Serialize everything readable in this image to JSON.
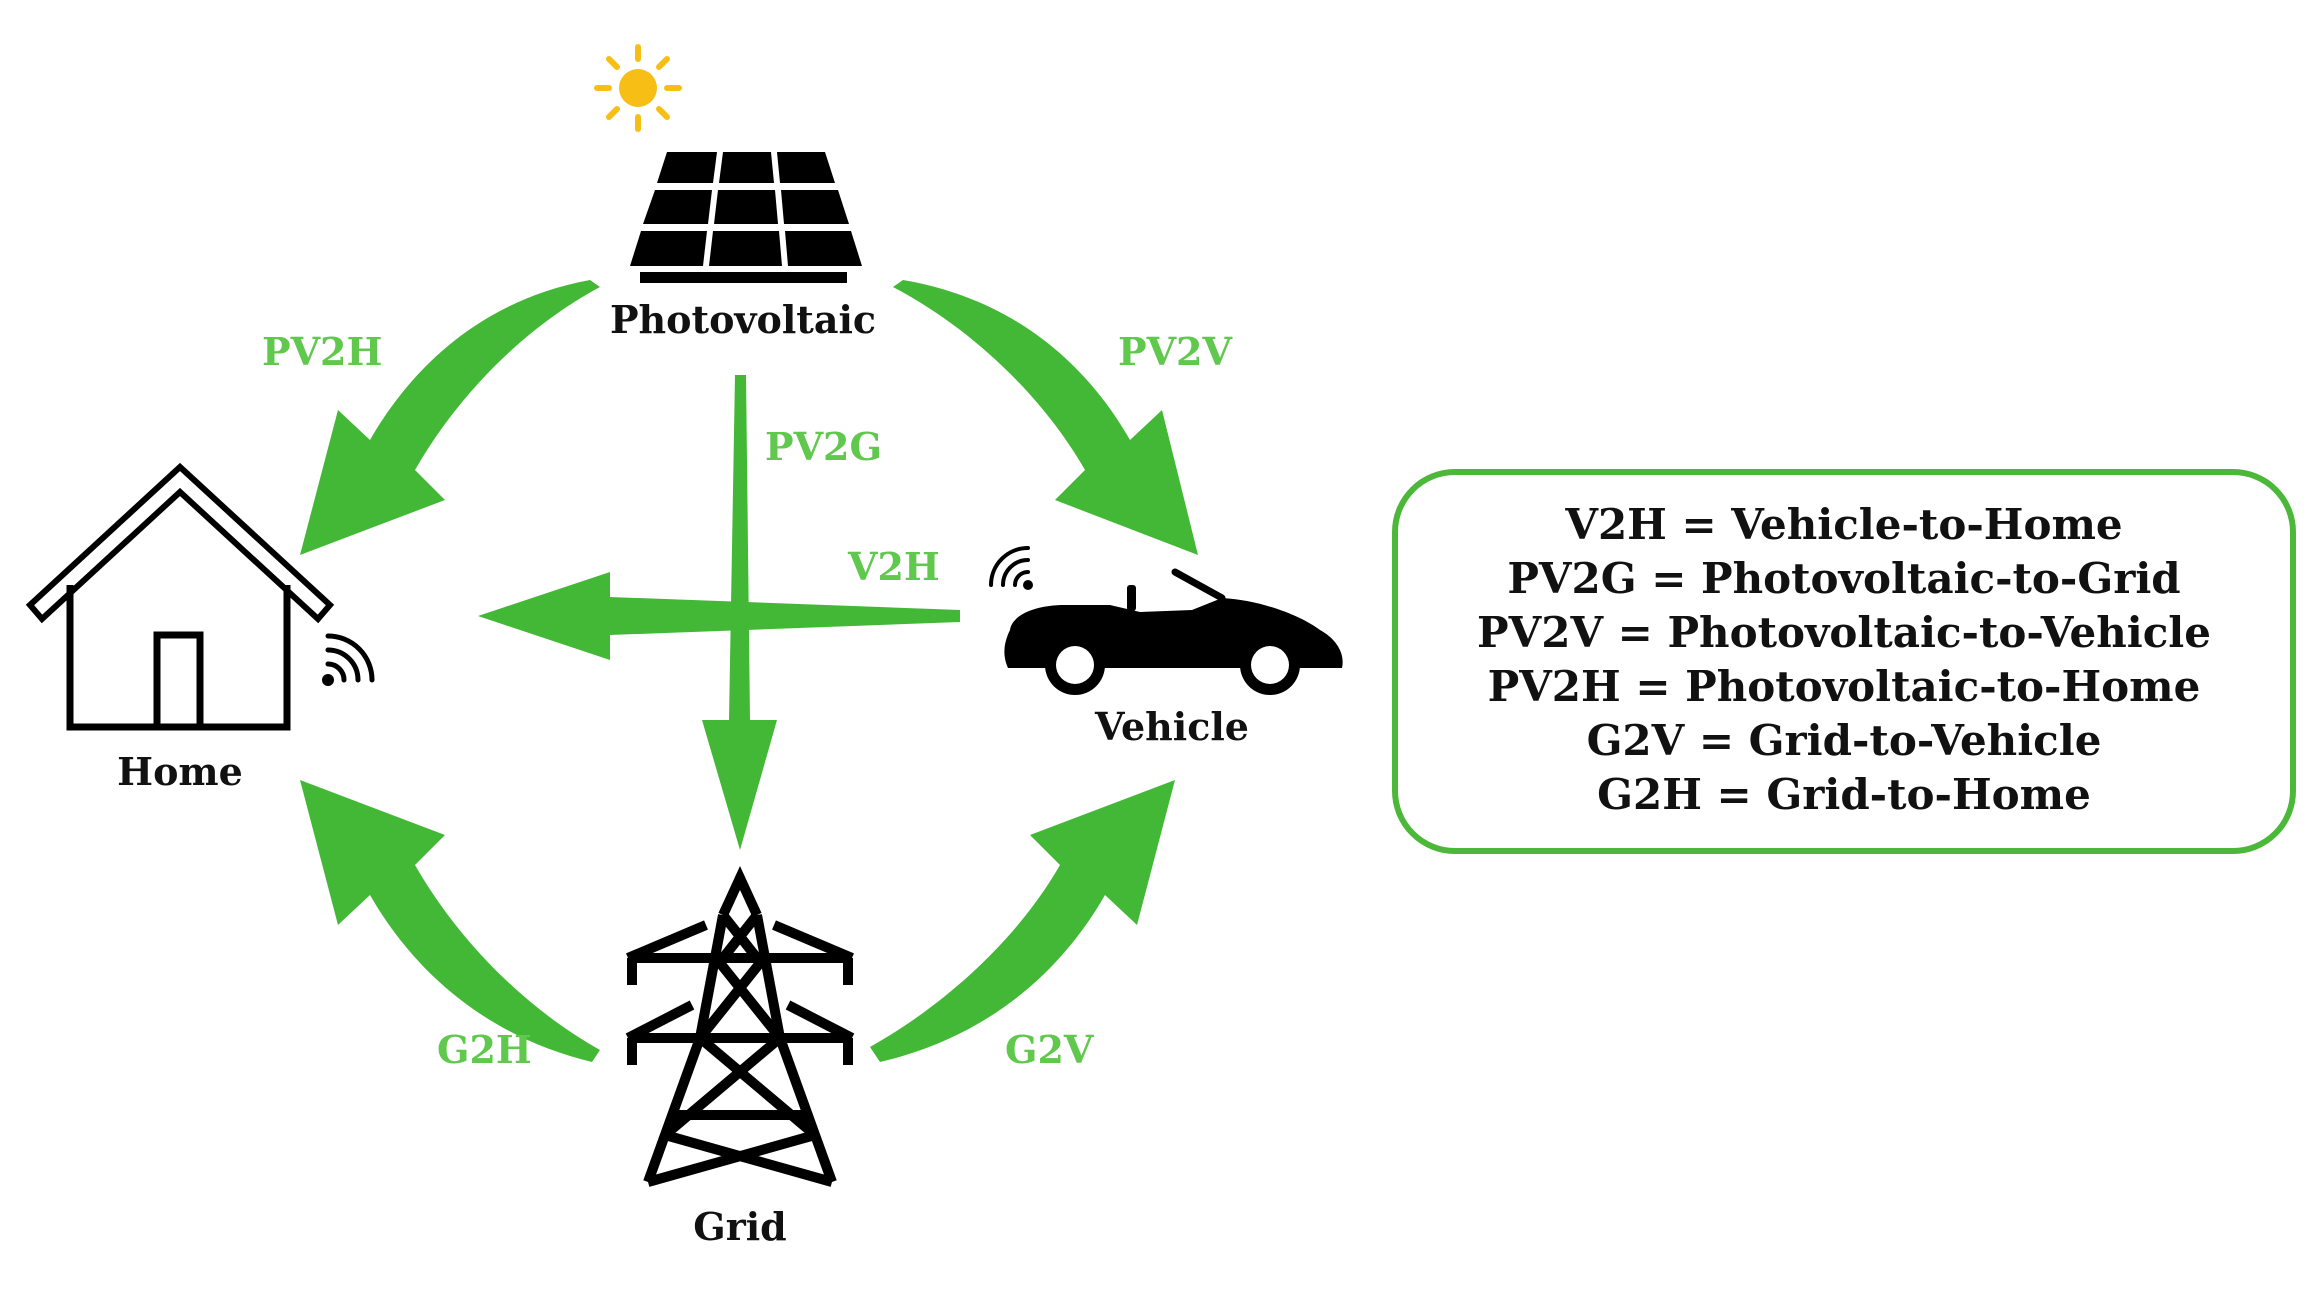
{
  "colors": {
    "flow": "#43b837",
    "flow_label": "#5fc84d",
    "legend_border": "#4cb83a",
    "icon": "#000000",
    "sun": "#f7be16"
  },
  "nodes": {
    "photovoltaic": {
      "label": "Photovoltaic",
      "icon": "solar-panel-icon"
    },
    "home": {
      "label": "Home",
      "icon": "house-icon"
    },
    "vehicle": {
      "label": "Vehicle",
      "icon": "car-icon"
    },
    "grid": {
      "label": "Grid",
      "icon": "transmission-tower-icon"
    }
  },
  "flows": {
    "pv2h": "PV2H",
    "pv2v": "PV2V",
    "pv2g": "PV2G",
    "v2h": "V2H",
    "g2h": "G2H",
    "g2v": "G2V"
  },
  "legend": {
    "items": [
      "V2H = Vehicle-to-Home",
      "PV2G = Photovoltaic-to-Grid",
      "PV2V = Photovoltaic-to-Vehicle",
      "PV2H = Photovoltaic-to-Home",
      "G2V = Grid-to-Vehicle",
      "G2H = Grid-to-Home"
    ]
  }
}
